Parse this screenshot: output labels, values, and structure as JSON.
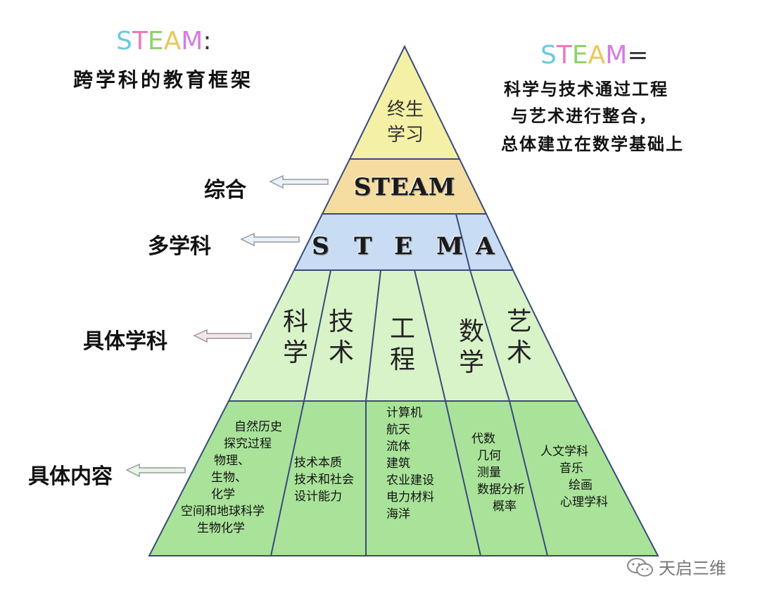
{
  "left_header": {
    "steam_letters": [
      "S",
      "T",
      "E",
      "A",
      "M"
    ],
    "colon": ":",
    "subtitle": "跨学科的教育框架"
  },
  "right_header": {
    "steam_letters": [
      "S",
      "T",
      "E",
      "A",
      "M"
    ],
    "equals": "=",
    "lines": [
      "科学与技术通过工程",
      "与艺术进行整合，",
      "总体建立在数学基础上"
    ]
  },
  "letter_colors": [
    "#6cc9e0",
    "#f07ab8",
    "#8ed36a",
    "#e9c75a",
    "#d77ae3"
  ],
  "pyramid": {
    "apex": [
      "终生",
      "学习"
    ],
    "steam_band": "STEAM",
    "letters_band": [
      "S",
      "T",
      "E",
      "M",
      "A"
    ],
    "subjects": [
      [
        "科",
        "学"
      ],
      [
        "技",
        "术"
      ],
      [
        "工",
        "程"
      ],
      [
        "数",
        "学"
      ],
      [
        "艺",
        "术"
      ]
    ],
    "contents": [
      [
        "自然历史",
        "探究过程",
        "物理、",
        "生物、",
        "化学",
        "空间和地球科学",
        "生物化学"
      ],
      [
        "技术本质",
        "技术和社会",
        "设计能力"
      ],
      [
        "计算机",
        "航天",
        "流体",
        "建筑",
        "农业建设",
        "电力材料",
        "海洋"
      ],
      [
        "代数",
        "几何",
        "测量",
        "数据分析",
        "概率"
      ],
      [
        "人文学科",
        "音乐",
        "绘画",
        "心理学科"
      ]
    ]
  },
  "level_labels": [
    "综合",
    "多学科",
    "具体学科",
    "具体内容"
  ],
  "colors": {
    "apex": "#f4f1a6",
    "steam_band": "#f5dca0",
    "letters_band": "#c8dcf3",
    "subjects": "#d9f3c9",
    "contents": "#a9e39a",
    "outline": "#3a4a7a",
    "arrow_fill": "#e8f2fb",
    "arrow_stroke": "#9a9a9a"
  },
  "watermark": "天启三维"
}
